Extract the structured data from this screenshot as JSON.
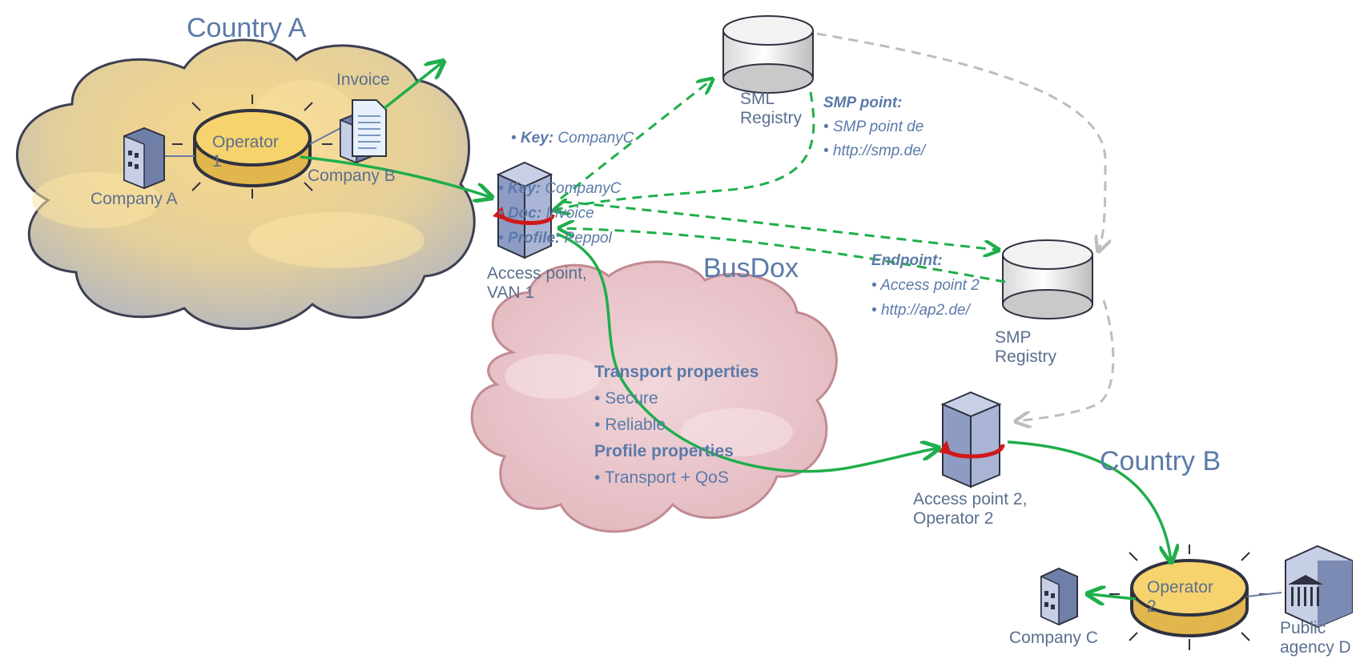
{
  "regions": {
    "country_a": "Country A",
    "country_b": "Country B",
    "busdox": "BusDox"
  },
  "nodes": {
    "invoice": "Invoice",
    "operator1_line1": "Operator",
    "operator1_line2": "1",
    "company_a": "Company A",
    "company_b": "Company B",
    "sml_line1": "SML",
    "sml_line2": "Registry",
    "ap1_line1": "Access point,",
    "ap1_line2": "VAN 1",
    "smp_line1": "SMP",
    "smp_line2": "Registry",
    "ap2_line1": "Access point 2,",
    "ap2_line2": "Operator 2",
    "operator2_line1": "Operator",
    "operator2_line2": "2",
    "company_c": "Company C",
    "agency_line1": "Public",
    "agency_line2": "agency D"
  },
  "notes": {
    "key_label": "Key:",
    "key_value": "CompanyC",
    "ap_key_label": "Key:",
    "ap_key_value": "CompanyC",
    "ap_doc_label": "Doc:",
    "ap_doc_value": "Invoice",
    "ap_profile_label": "Profile:",
    "ap_profile_value": "Peppol",
    "smp_point_title": "SMP point:",
    "smp_point_1": "SMP point  de",
    "smp_point_2": "http://smp.de/",
    "endpoint_title": "Endpoint:",
    "endpoint_1": "Access point 2",
    "endpoint_2": "http://ap2.de/"
  },
  "busdox_props": {
    "transport_title": "Transport properties",
    "transport_1": "Secure",
    "transport_2": "Reliable",
    "profile_title": "Profile properties",
    "profile_1": "Transport + QoS"
  },
  "colors": {
    "green_flow": "#1fae4b",
    "lookup_dashed": "#1fae4b",
    "gray_dashed": "#bdbdbd",
    "label_blue": "#5b7aa8",
    "operator_fill": "#f7d36e",
    "server_fill": "#8e9cc4",
    "red_loop": "#d01818"
  }
}
